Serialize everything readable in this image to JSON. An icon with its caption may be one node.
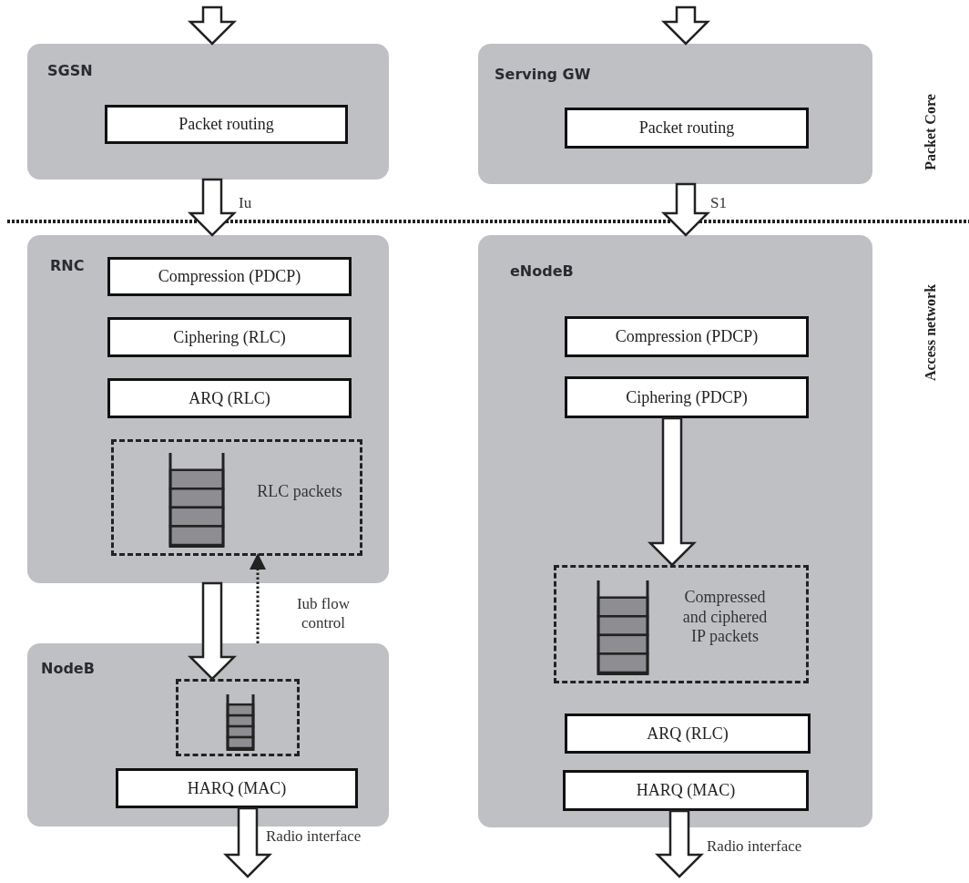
{
  "diagram": {
    "nodes": [
      {
        "text": [
          "SGSN"
        ]
      },
      {
        "text": [
          "Packet routing"
        ],
        "in": 0
      },
      {
        "text": [
          "Serving GW"
        ]
      },
      {
        "text": [
          "Packet routing"
        ],
        "in": 2
      },
      {
        "text": [
          "RNC"
        ]
      },
      {
        "text": [
          "Compression (PDCP)"
        ],
        "in": 4
      },
      {
        "text": [
          "Ciphering (RLC)"
        ],
        "in": 4
      },
      {
        "text": [
          "ARQ (RLC)"
        ],
        "in": 4
      },
      {
        "text": [
          "RLC packets"
        ],
        "in": 4
      },
      {
        "text": [
          "NodeB"
        ]
      },
      {
        "text": [],
        "shape": "box",
        "in": 9
      },
      {
        "text": [
          "HARQ (MAC)"
        ],
        "in": 9
      },
      {
        "text": [
          "eNodeB"
        ]
      },
      {
        "text": [
          "Compression (PDCP)"
        ],
        "in": 12
      },
      {
        "text": [
          "Ciphering (PDCP)"
        ],
        "in": 12
      },
      {
        "text": [
          "Compressed and ciphered IP packets"
        ],
        "in": 12
      },
      {
        "text": [
          "ARQ (RLC)"
        ],
        "in": 12
      },
      {
        "text": [
          "HARQ (MAC)"
        ],
        "in": 12
      }
    ],
    "edges": [
      {
        "from": null,
        "to": 0,
        "arrow": "to"
      },
      {
        "from": 0,
        "to": 4,
        "arrow": "to",
        "label": "Iu"
      },
      {
        "from": 4,
        "to": 10,
        "arrow": "to"
      },
      {
        "from": 9,
        "to": 8,
        "arrow": "to",
        "label": "Iub flow control",
        "style": "dashed"
      },
      {
        "from": 11,
        "to": null,
        "arrow": "to",
        "label": "Radio interface"
      },
      {
        "from": null,
        "to": 2,
        "arrow": "to"
      },
      {
        "from": 2,
        "to": 12,
        "arrow": "to",
        "label": "S1"
      },
      {
        "from": 14,
        "to": 15,
        "arrow": "to"
      },
      {
        "from": 17,
        "to": null,
        "arrow": "to",
        "label": "Radio interface"
      }
    ],
    "labels": [
      "Packet Core",
      "Access network"
    ]
  }
}
